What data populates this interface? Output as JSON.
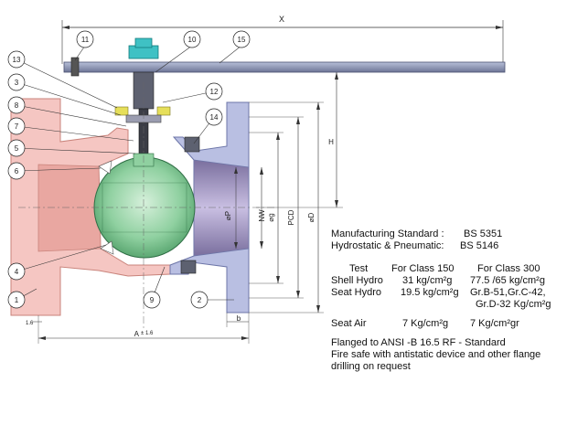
{
  "dimensions": {
    "x": "X",
    "h": "H",
    "a": "A",
    "a_tol": "± 1.6",
    "b": "b",
    "flange_offset": "1.6",
    "p": "⌀P",
    "nw": "NW",
    "g": "⌀g",
    "pcd": "PCD",
    "d": "⌀D"
  },
  "callouts": [
    "1",
    "2",
    "3",
    "4",
    "5",
    "6",
    "7",
    "8",
    "9",
    "10",
    "11",
    "12",
    "13",
    "14",
    "15"
  ],
  "specs": {
    "manufacturing_label": "Manufacturing Standard :",
    "manufacturing_value": "BS 5351",
    "hydrostatic_label": "Hydrostatic & Pneumatic:",
    "hydrostatic_value": "BS 5146",
    "table": {
      "headers": [
        "Test",
        "For Class 150",
        "For Class 300"
      ],
      "rows": [
        [
          "Shell Hydro",
          "31 kg/cm²g",
          "77.5 /65  kg/cm²g"
        ],
        [
          "Seat Hydro",
          "19.5 kg/cm²g",
          "Gr.B-51,Gr.C-42,"
        ]
      ],
      "continuation": "Gr.D-32 Kg/cm²g",
      "air_row": [
        "Seat Air",
        "7 Kg/cm²g",
        "7 Kg/cm²gr"
      ]
    },
    "notes": [
      "Flanged to ANSI -B 16.5 RF - Standard",
      "Fire safe with antistatic device and other flange",
      "drilling on request"
    ]
  },
  "colors": {
    "left_body": "#f5c6c2",
    "right_body": "#b9bfe2",
    "ball": "#8fd0a0",
    "lever": "#8e97b8",
    "operator": "#3fc1c4",
    "gland": "#e6df5a"
  }
}
